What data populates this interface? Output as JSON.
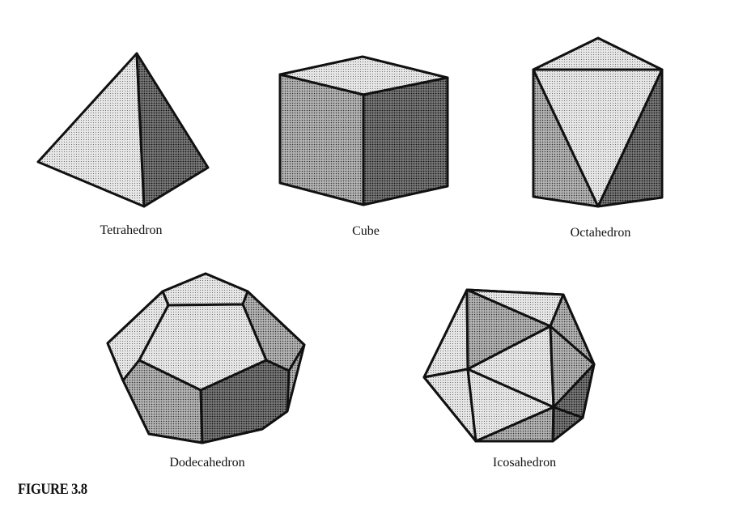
{
  "figure": {
    "caption": "FIGURE 3.8",
    "solids": [
      {
        "name": "Tetrahedron"
      },
      {
        "name": "Cube"
      },
      {
        "name": "Octahedron"
      },
      {
        "name": "Dodecahedron"
      },
      {
        "name": "Icosahedron"
      }
    ]
  },
  "shading": {
    "light": "#dcdcdc",
    "medium": "#a6a6a6",
    "dark": "#6f6f6f",
    "stroke": "#111111"
  }
}
